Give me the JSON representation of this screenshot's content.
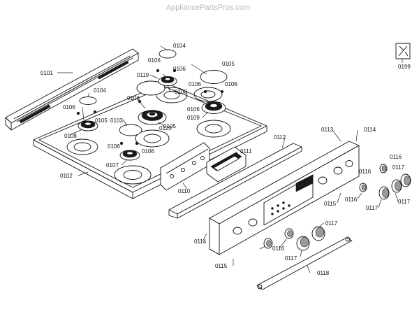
{
  "watermark": "AppliancePartsPros.com",
  "labels": {
    "p0101": "0101",
    "p0102": "0102",
    "p0103": "0103",
    "p0104a": "0104",
    "p0104b": "0104",
    "p0105a": "0105",
    "p0105b": "0105",
    "p0105c": "0105",
    "p0106a": "0106",
    "p0106b": "0106",
    "p0106c": "0106",
    "p0106d": "0106",
    "p0106e": "0106",
    "p0106f": "0106",
    "p0106g": "0106",
    "p0106h": "0106",
    "p0106i": "0106",
    "p0107": "0107",
    "p0108a": "0108",
    "p0108b": "0108",
    "p0109": "0109",
    "p0110": "0110",
    "p0111": "0111",
    "p0112": "0112",
    "p0113": "0113",
    "p0114a": "0114",
    "p0114b": "0114",
    "p0115a": "0115",
    "p0115b": "0115",
    "p0116a": "0116",
    "p0116b": "0116",
    "p0116c": "0116",
    "p0116d": "0116",
    "p0117a": "0117",
    "p0117b": "0117",
    "p0117c": "0117",
    "p0117d": "0117",
    "p0117e": "0117",
    "p0118": "0118",
    "p0119": "0119",
    "p0120": "0120",
    "p0199": "0199"
  }
}
